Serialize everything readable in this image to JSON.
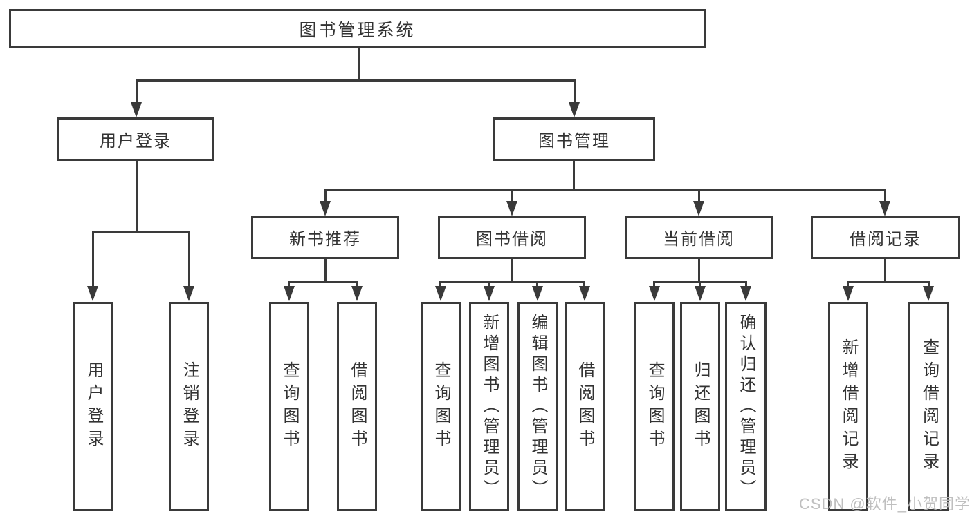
{
  "diagram": {
    "root": "图书管理系统",
    "user_branch": {
      "label": "用户登录",
      "children": [
        "用户登录",
        "注销登录"
      ]
    },
    "mgmt_branch": {
      "label": "图书管理",
      "sections": [
        {
          "label": "新书推荐",
          "children": [
            "查询图书",
            "借阅图书"
          ]
        },
        {
          "label": "图书借阅",
          "children": [
            "查询图书",
            "新增图书（管理员）",
            "编辑图书（管理员）",
            "借阅图书"
          ]
        },
        {
          "label": "当前借阅",
          "children": [
            "查询图书",
            "归还图书",
            "确认归还（管理员）"
          ]
        },
        {
          "label": "借阅记录",
          "children": [
            "新增借阅记录",
            "查询借阅记录"
          ]
        }
      ]
    },
    "watermark": "CSDN @软件_小贺同学",
    "colors": {
      "line": "#3a3a3a",
      "text": "#333333",
      "watermark": "#b9b9b9",
      "background": "#ffffff"
    }
  }
}
